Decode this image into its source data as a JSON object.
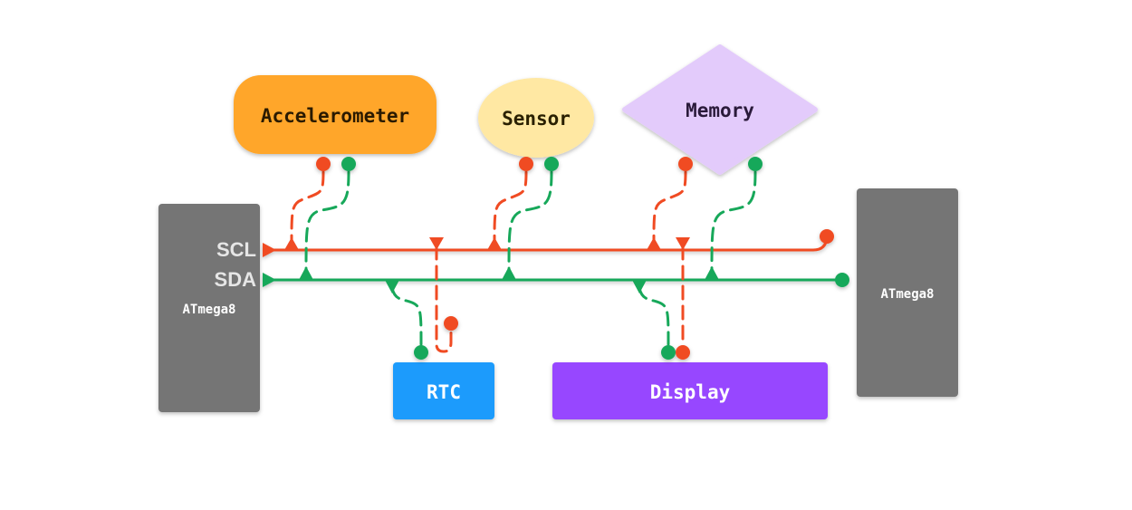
{
  "colors": {
    "scl": "#f04b23",
    "sda": "#17a85a",
    "mcu": "#757575",
    "accelerometer": "#ffa62b",
    "sensor": "#ffe8a3",
    "memory": "#e3cbfb",
    "rtc": "#1a9bfc",
    "display": "#9747ff"
  },
  "controllers": {
    "left": {
      "label": "ATmega8",
      "pins": {
        "scl": "SCL",
        "sda": "SDA"
      }
    },
    "right": {
      "label": "ATmega8"
    }
  },
  "devices": {
    "accelerometer": "Accelerometer",
    "sensor": "Sensor",
    "memory": "Memory",
    "rtc": "RTC",
    "display": "Display"
  }
}
